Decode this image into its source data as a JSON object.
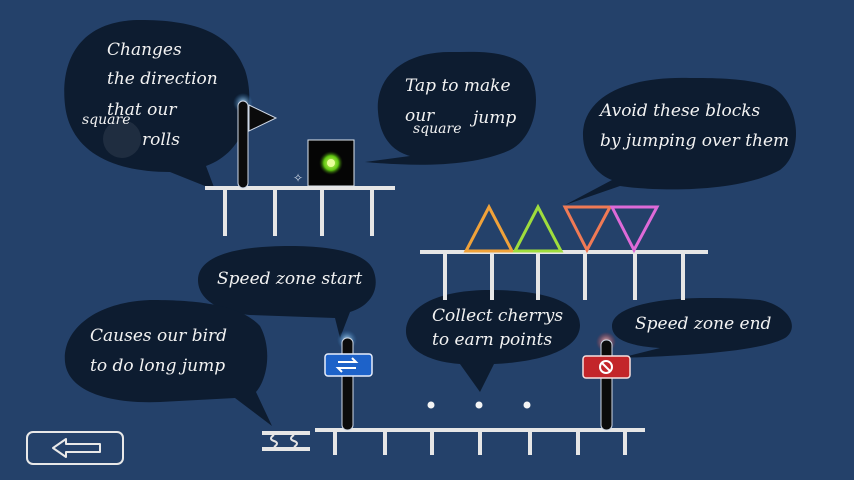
{
  "tutorial": {
    "direction_flag": {
      "line1": "Changes",
      "line2": "the direction",
      "line3": "that our",
      "line4_word": "square",
      "line4_rest": "rolls"
    },
    "tap_jump": {
      "line1": "Tap to make",
      "line2a": "our",
      "line2b": "jump",
      "line3": "square"
    },
    "avoid_blocks": {
      "line1": "Avoid these blocks",
      "line2": "by jumping over them"
    },
    "speed_start": {
      "text": "Speed zone start"
    },
    "long_jump": {
      "line1": "Causes our bird",
      "line2": "to do long jump"
    },
    "cherries": {
      "line1": "Collect cherrys",
      "line2": "to earn points"
    },
    "speed_end": {
      "text": "Speed zone end"
    }
  },
  "hazard_colors": {
    "orange": "#f0a23a",
    "green": "#9fdd3d",
    "coral": "#f07a55",
    "pink": "#de6ad8"
  },
  "buttons": {
    "back_icon": "left-arrow-icon"
  }
}
